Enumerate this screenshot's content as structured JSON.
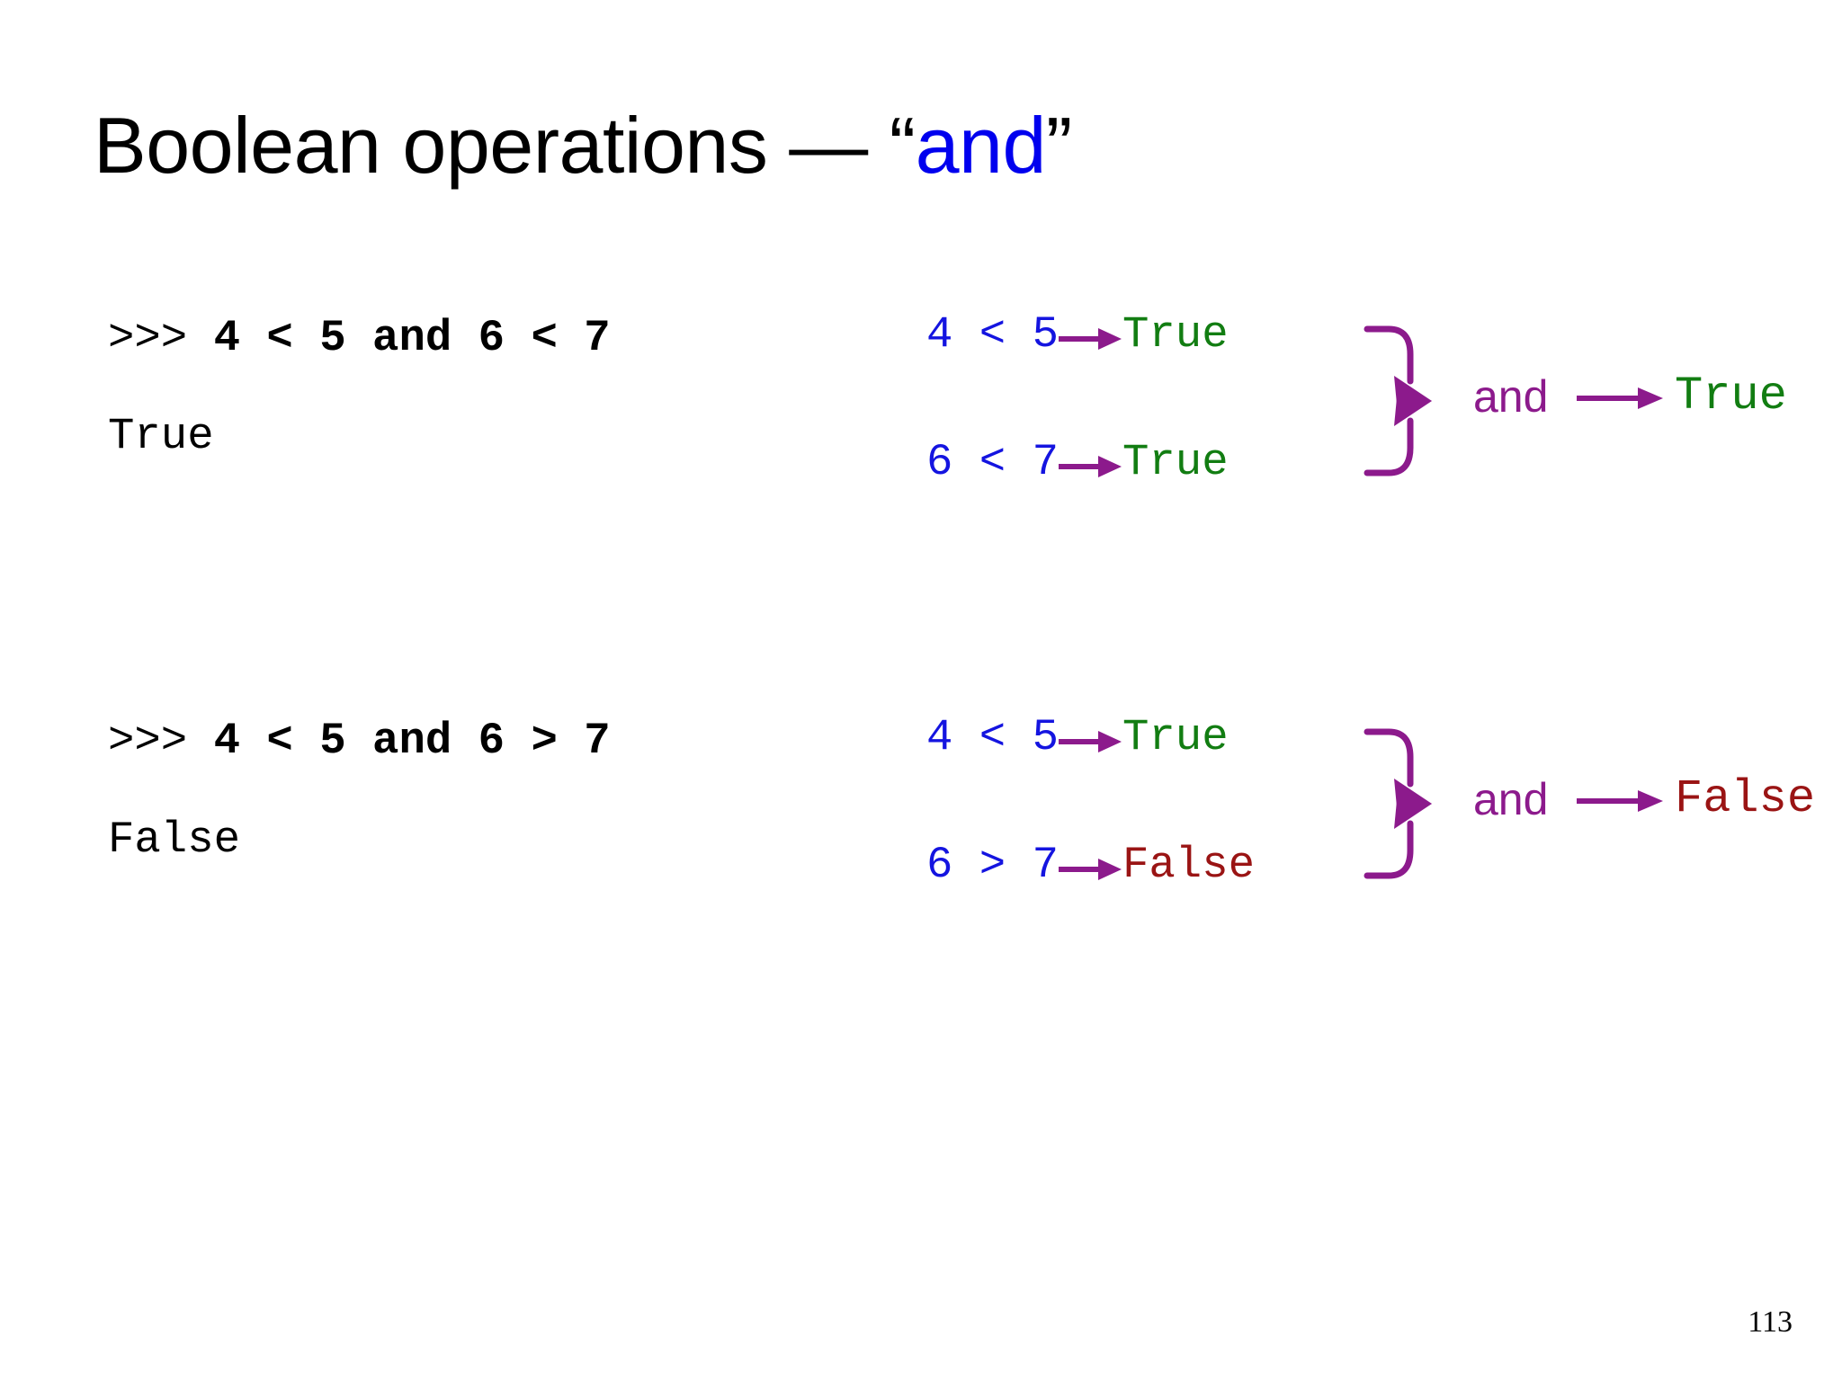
{
  "slide": {
    "title_prefix": "Boolean operations — “",
    "title_keyword": "and",
    "title_suffix": "”",
    "page_number": "113"
  },
  "colors": {
    "keyword_blue": "#0000ee",
    "expression_blue": "#1414e0",
    "true_green": "#127d12",
    "false_red": "#9a1414",
    "arrow_purple": "#8c1a8c",
    "text_black": "#000000",
    "background": "#ffffff"
  },
  "examples": [
    {
      "console": {
        "prompt": ">>> ",
        "input": "4 < 5 and 6 < 7",
        "output": "True"
      },
      "diagram": {
        "operator": "and",
        "rows": [
          {
            "expression": "4 < 5",
            "result": "True",
            "result_kind": "true"
          },
          {
            "expression": "6 < 7",
            "result": "True",
            "result_kind": "true"
          }
        ],
        "final_result": "True",
        "final_kind": "true"
      }
    },
    {
      "console": {
        "prompt": ">>> ",
        "input": "4 < 5 and 6 > 7",
        "output": "False"
      },
      "diagram": {
        "operator": "and",
        "rows": [
          {
            "expression": "4 < 5",
            "result": "True",
            "result_kind": "true"
          },
          {
            "expression": "6 > 7",
            "result": "False",
            "result_kind": "false"
          }
        ],
        "final_result": "False",
        "final_kind": "false"
      }
    }
  ]
}
